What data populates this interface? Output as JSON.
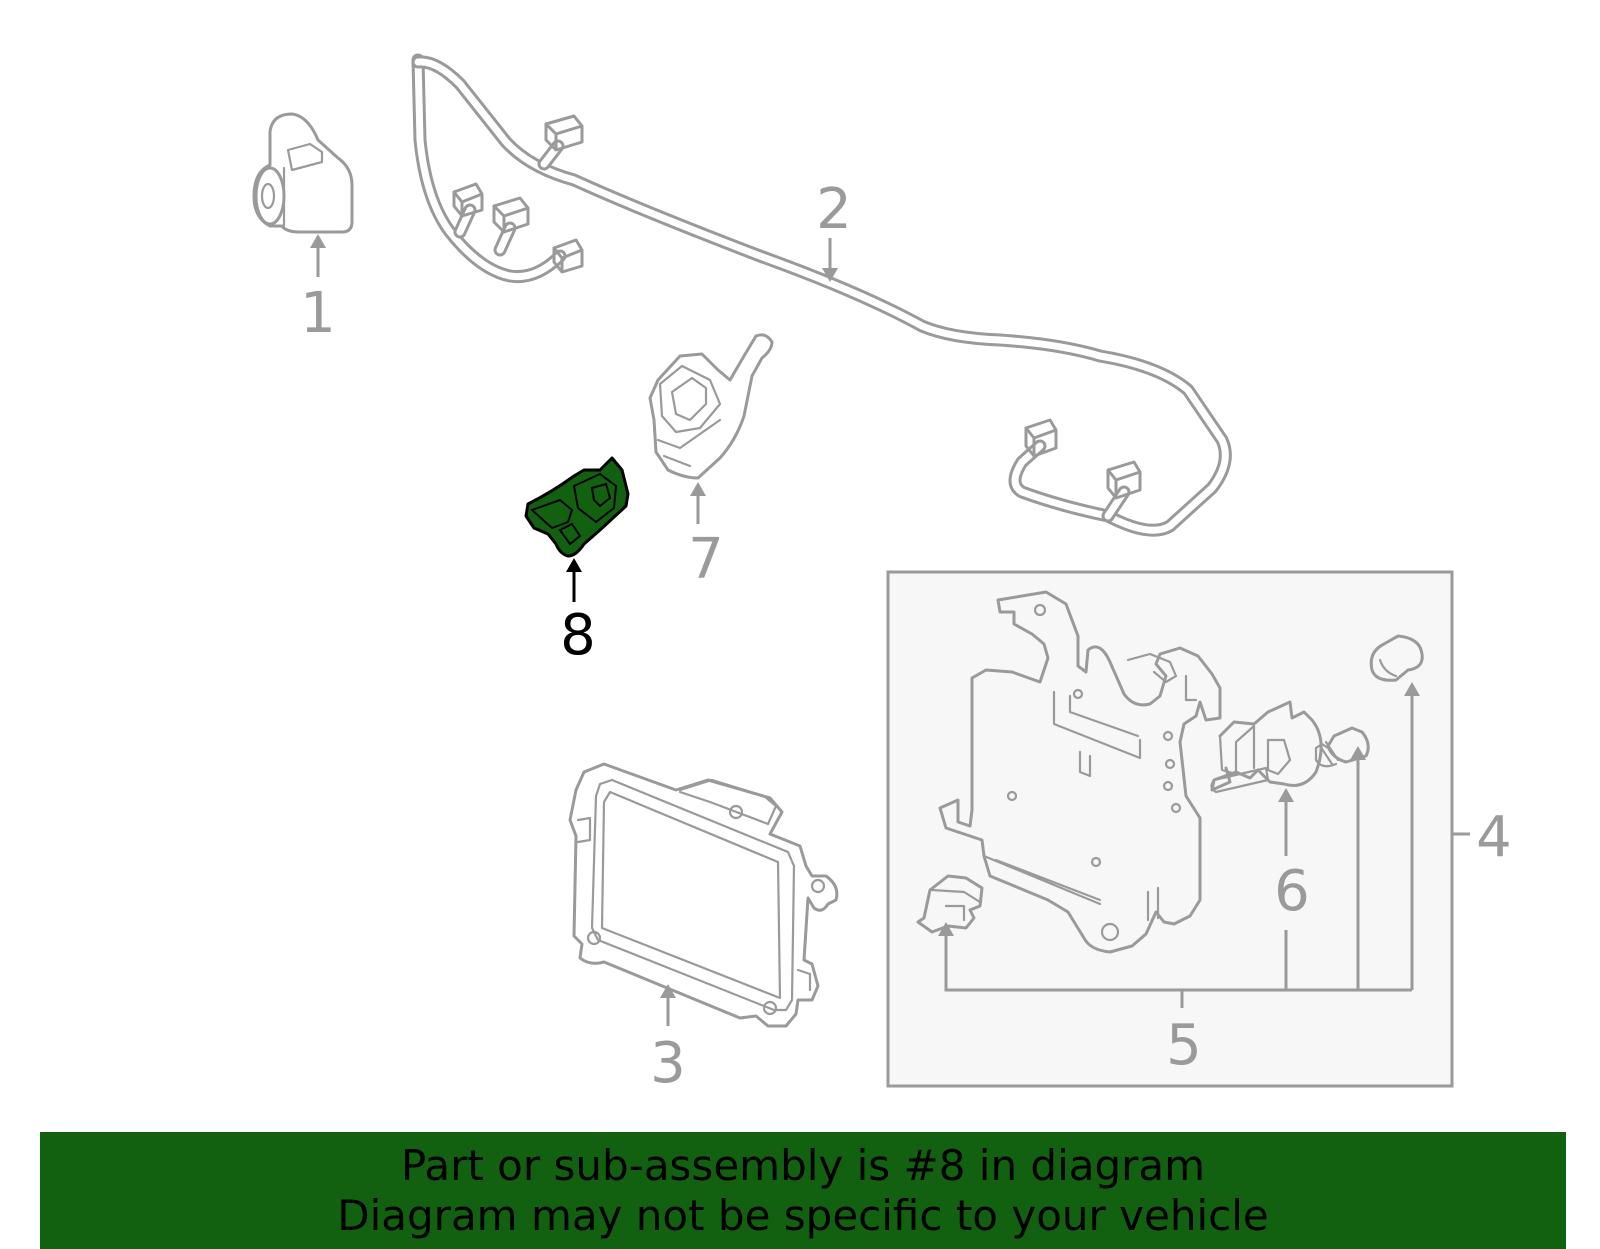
{
  "diagram": {
    "highlight_color": "#116111",
    "line_color": "#9a9a9a",
    "highlighted_callout": "8",
    "callouts": {
      "c1": "1",
      "c2": "2",
      "c3": "3",
      "c4": "4",
      "c5": "5",
      "c6": "6",
      "c7": "7",
      "c8": "8"
    }
  },
  "banner": {
    "line1": "Part or sub-assembly is #8 in diagram",
    "line2": "Diagram may not be specific to your vehicle",
    "background": "#116111"
  }
}
